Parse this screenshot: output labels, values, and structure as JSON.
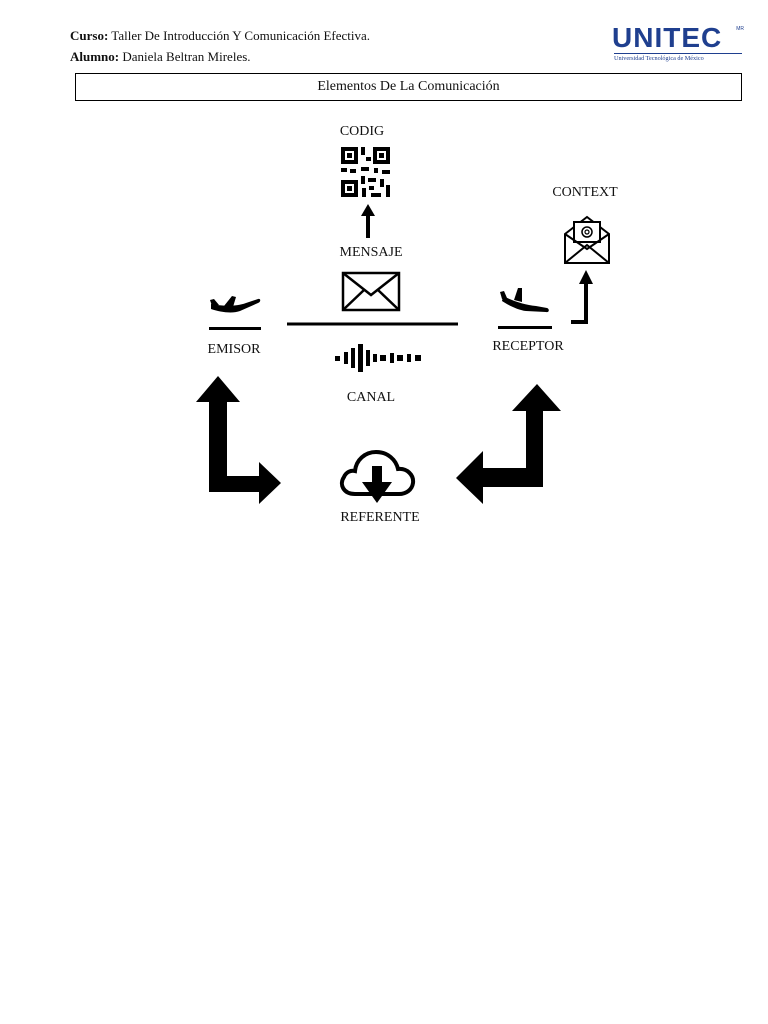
{
  "header": {
    "course_label": "Curso:",
    "course_value": "Taller De Introducción Y Comunicación Efectiva.",
    "student_label": "Alumno:",
    "student_value": "Daniela Beltran Mireles."
  },
  "logo": {
    "name": "UNITEC",
    "trademark": "MR",
    "tagline": "Universidad Tecnológica de México",
    "color": "#1f3f8f"
  },
  "title": "Elementos De La Comunicación",
  "diagram": {
    "codigo": "CODIG",
    "contexto": "CONTEXT",
    "mensaje": "MENSAJE",
    "emisor": "EMISOR",
    "receptor": "RECEPTOR",
    "canal": "CANAL",
    "referente": "REFERENTE"
  }
}
